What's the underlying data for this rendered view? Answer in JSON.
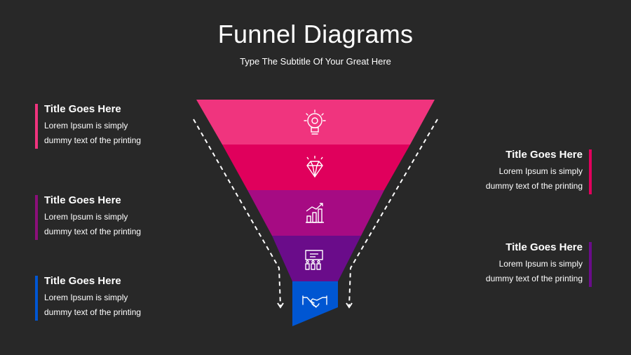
{
  "header": {
    "title": "Funnel Diagrams",
    "subtitle": "Type The Subtitle Of Your Great Here"
  },
  "funnel": {
    "layers": [
      {
        "color": "#f0347e",
        "icon": "lightbulb-gear-icon"
      },
      {
        "color": "#e0005c",
        "icon": "diamond-icon"
      },
      {
        "color": "#a60b83",
        "icon": "growth-chart-icon"
      },
      {
        "color": "#6a0c8a",
        "icon": "presentation-audience-icon"
      },
      {
        "color": "#0056d2",
        "icon": "handshake-icon"
      }
    ]
  },
  "blocks": [
    {
      "side": "left",
      "color": "#f0347e",
      "title": "Title Goes Here",
      "line1": "Lorem Ipsum is simply",
      "line2": "dummy text of the printing"
    },
    {
      "side": "left",
      "color": "#8c0f7a",
      "title": "Title Goes Here",
      "line1": "Lorem Ipsum is simply",
      "line2": "dummy text of the printing"
    },
    {
      "side": "left",
      "color": "#0056d2",
      "title": "Title Goes Here",
      "line1": "Lorem Ipsum is simply",
      "line2": "dummy text of the printing"
    },
    {
      "side": "right",
      "color": "#e0005c",
      "title": "Title Goes Here",
      "line1": "Lorem Ipsum is simply",
      "line2": "dummy text of the printing"
    },
    {
      "side": "right",
      "color": "#6a0c8a",
      "title": "Title Goes Here",
      "line1": "Lorem Ipsum is simply",
      "line2": "dummy text of the printing"
    }
  ]
}
